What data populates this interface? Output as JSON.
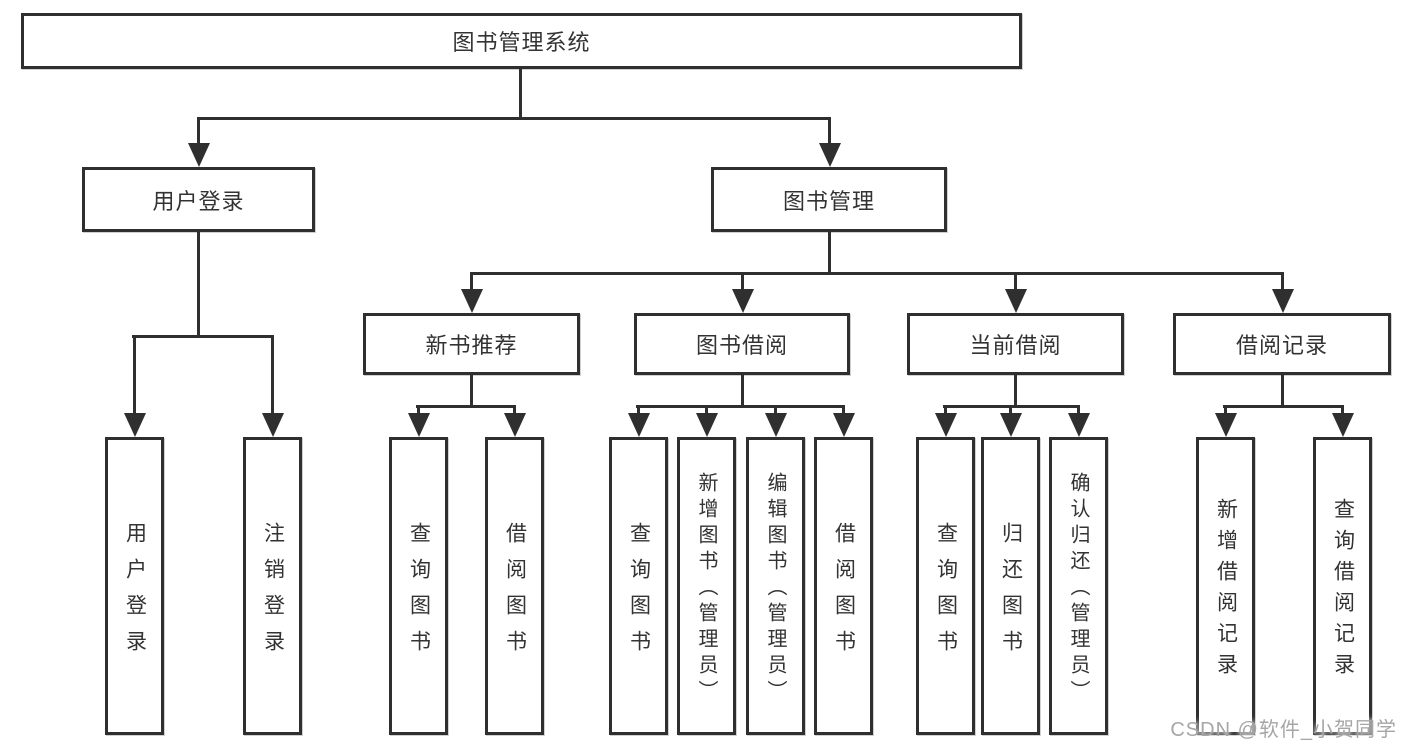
{
  "tree": {
    "label": "图书管理系统",
    "children": [
      {
        "label": "用户登录",
        "children": [
          {
            "label": "用户登录"
          },
          {
            "label": "注销登录"
          }
        ]
      },
      {
        "label": "图书管理",
        "children": [
          {
            "label": "新书推荐",
            "children": [
              {
                "label": "查询图书"
              },
              {
                "label": "借阅图书"
              }
            ]
          },
          {
            "label": "图书借阅",
            "children": [
              {
                "label": "查询图书"
              },
              {
                "label": "新增图书（管理员）"
              },
              {
                "label": "编辑图书（管理员）"
              },
              {
                "label": "借阅图书"
              }
            ]
          },
          {
            "label": "当前借阅",
            "children": [
              {
                "label": "查询图书"
              },
              {
                "label": "归还图书"
              },
              {
                "label": "确认归还（管理员）"
              }
            ]
          },
          {
            "label": "借阅记录",
            "children": [
              {
                "label": "新增借阅记录"
              },
              {
                "label": "查询借阅记录"
              }
            ]
          }
        ]
      }
    ]
  },
  "watermark": {
    "text": "CSDN @软件_小贺同学"
  },
  "colors": {
    "line": "#2f2f2f",
    "watermark": "#a6a6a6",
    "background": "#ffffff"
  }
}
